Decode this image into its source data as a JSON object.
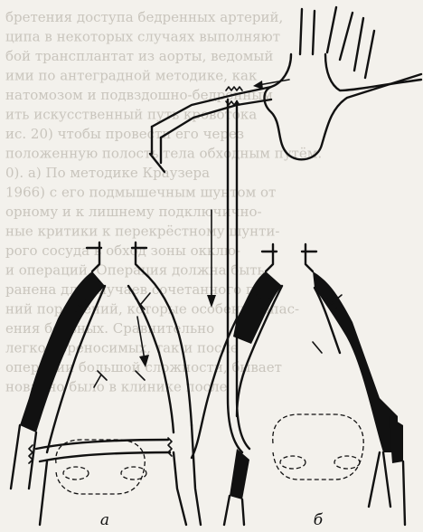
{
  "figure": {
    "panel_labels": [
      "а",
      "б"
    ]
  },
  "background_text_lines": [
    "бретения доступа бедренных артерий,",
    "ципа в некоторых случаях выполняют",
    "бой трансплантат из аорты, ведомый",
    "ими по антеградной методике, как",
    "натомозом и подвздошно-бедренным",
    "ить искусственный путь кровотока",
    "ис. 20) чтобы провести его через ",
    "положенную полость тела  обходным путём.",
    "0). а) По методике Краузера  ",
    "1966) с его подмышечным шунтом от",
    "орному и к лишнему подключично-",
    "ные критики  к перекрёстному шунти-",
    "рого сосуда в обход зоны окклю-",
    "и  операций. Операция должна быть",
    "ранена для случаев сочетанного про-",
    "ний поражений, которые особенно опас-",
    "ения больных. Сравнительно",
    "легко переносимых, так и после",
    "операции большой сложности, бывает",
    "нованно  было  в клинике после"
  ]
}
